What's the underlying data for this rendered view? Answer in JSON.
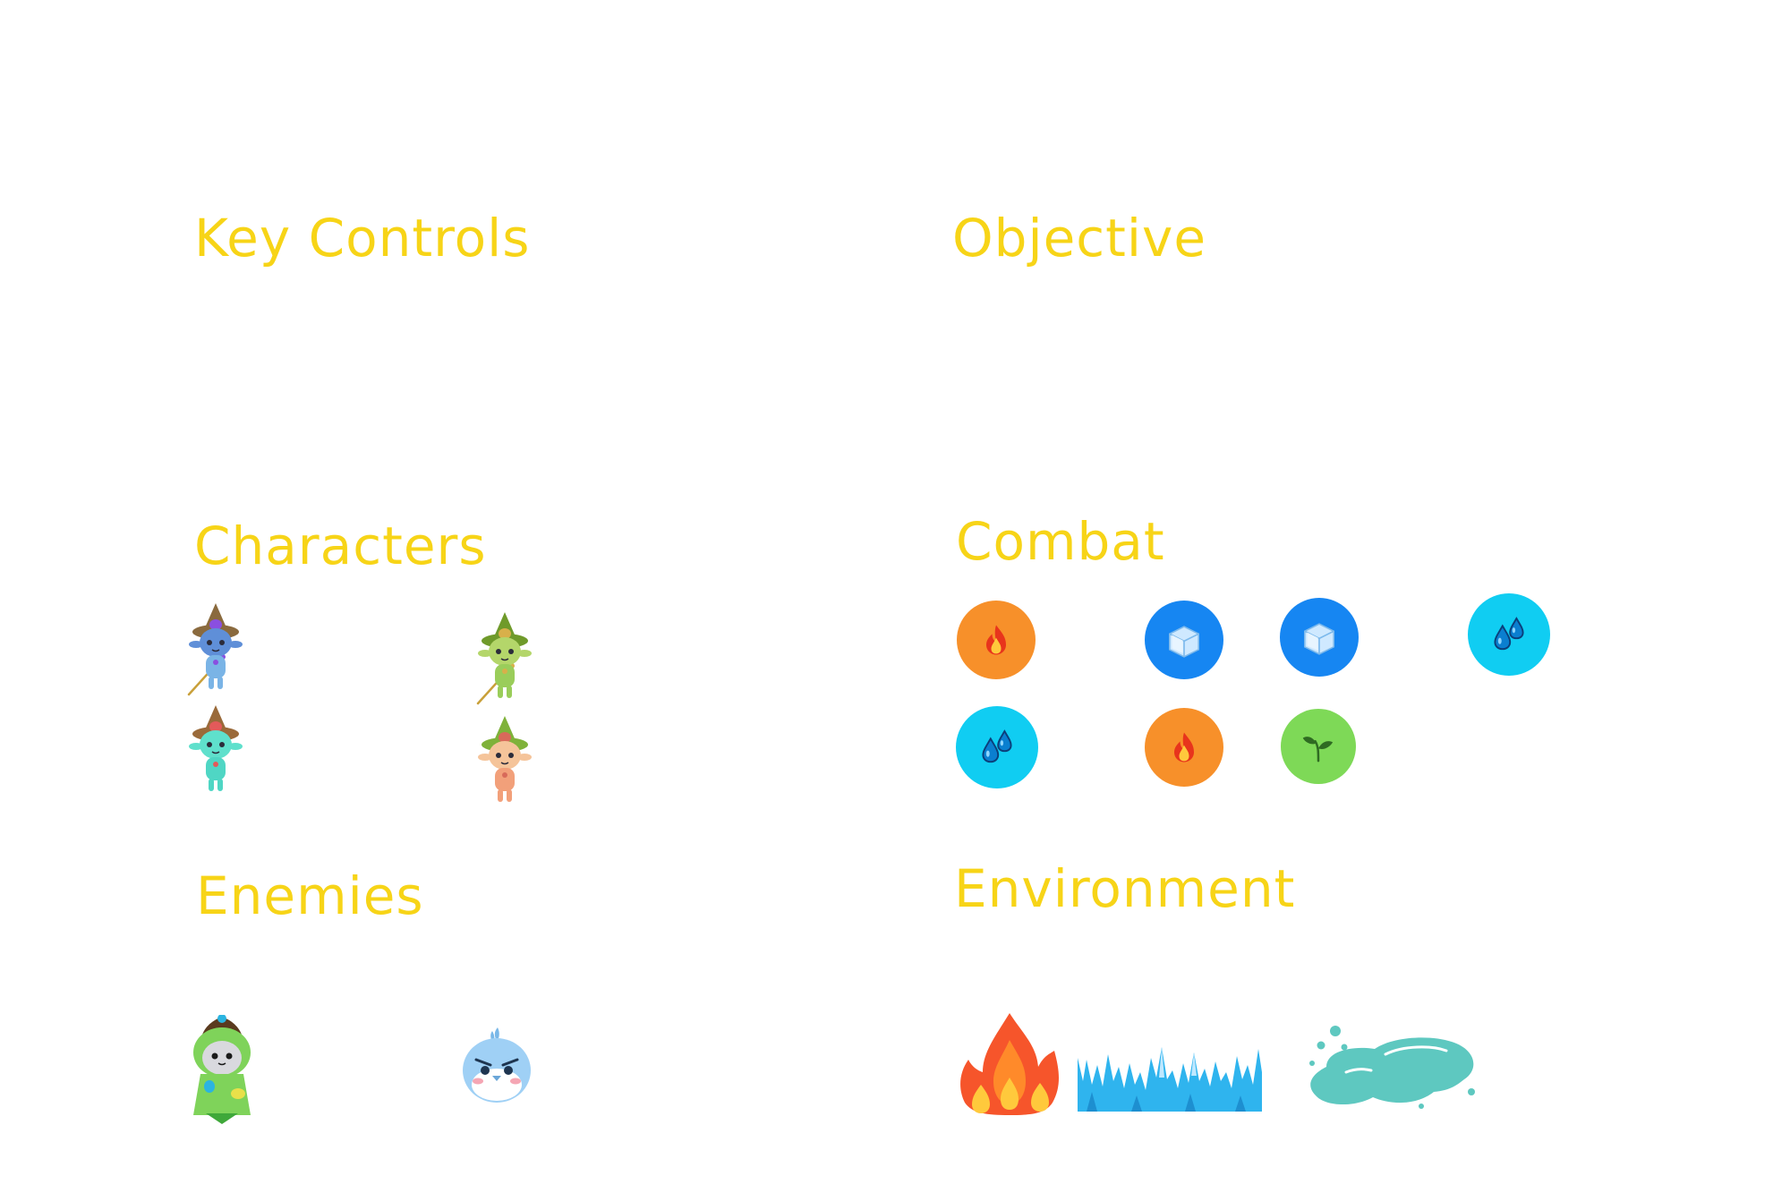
{
  "sections": {
    "key_controls": {
      "title": "Key Controls"
    },
    "objective": {
      "title": "Objective"
    },
    "characters": {
      "title": "Characters",
      "roster": [
        {
          "icon": "purple-leaf-sprite-with-staff-icon",
          "body": "#7ab4e6",
          "head": "#5f8fd8",
          "hat": "#8a6a3e",
          "accent": "#8a4fe0"
        },
        {
          "icon": "green-leaf-sprite-with-staff-icon",
          "body": "#9acd5a",
          "head": "#b4d66a",
          "hat": "#6f9a2a",
          "accent": "#d8b04a"
        },
        {
          "icon": "teal-mushroom-sprite-icon",
          "body": "#4fd6c4",
          "head": "#5fe0cc",
          "hat": "#9a6a3a",
          "accent": "#e35a5a"
        },
        {
          "icon": "orange-leaf-sprite-icon",
          "body": "#f2a07a",
          "head": "#f5c49a",
          "hat": "#7fb23a",
          "accent": "#d86a5a"
        }
      ]
    },
    "combat": {
      "title": "Combat",
      "colors": {
        "fire": "#f7902a",
        "ice": "#1686f2",
        "water": "#10cdf2",
        "leaf": "#7ed957"
      },
      "elements": [
        {
          "type": "fire",
          "icon": "fire-element-icon"
        },
        {
          "type": "ice",
          "icon": "ice-cube-element-icon"
        },
        {
          "type": "ice",
          "icon": "ice-cube-element-icon"
        },
        {
          "type": "water",
          "icon": "water-drops-element-icon"
        },
        {
          "type": "water",
          "icon": "water-drops-element-icon"
        },
        {
          "type": "fire",
          "icon": "fire-element-icon"
        },
        {
          "type": "leaf",
          "icon": "leaf-sprout-element-icon"
        }
      ]
    },
    "enemies": {
      "title": "Enemies",
      "roster": [
        {
          "icon": "green-hooded-cat-enemy-icon",
          "color": "#7fd35a"
        },
        {
          "icon": "blue-bird-enemy-icon",
          "color": "#9fd0f5"
        }
      ]
    },
    "environment": {
      "title": "Environment",
      "hazards": [
        {
          "icon": "flames-hazard-icon",
          "color": "#f6552b"
        },
        {
          "icon": "ice-spikes-hazard-icon",
          "color": "#2fb4ee"
        },
        {
          "icon": "water-puddle-hazard-icon",
          "color": "#5ec8c0"
        }
      ]
    }
  }
}
